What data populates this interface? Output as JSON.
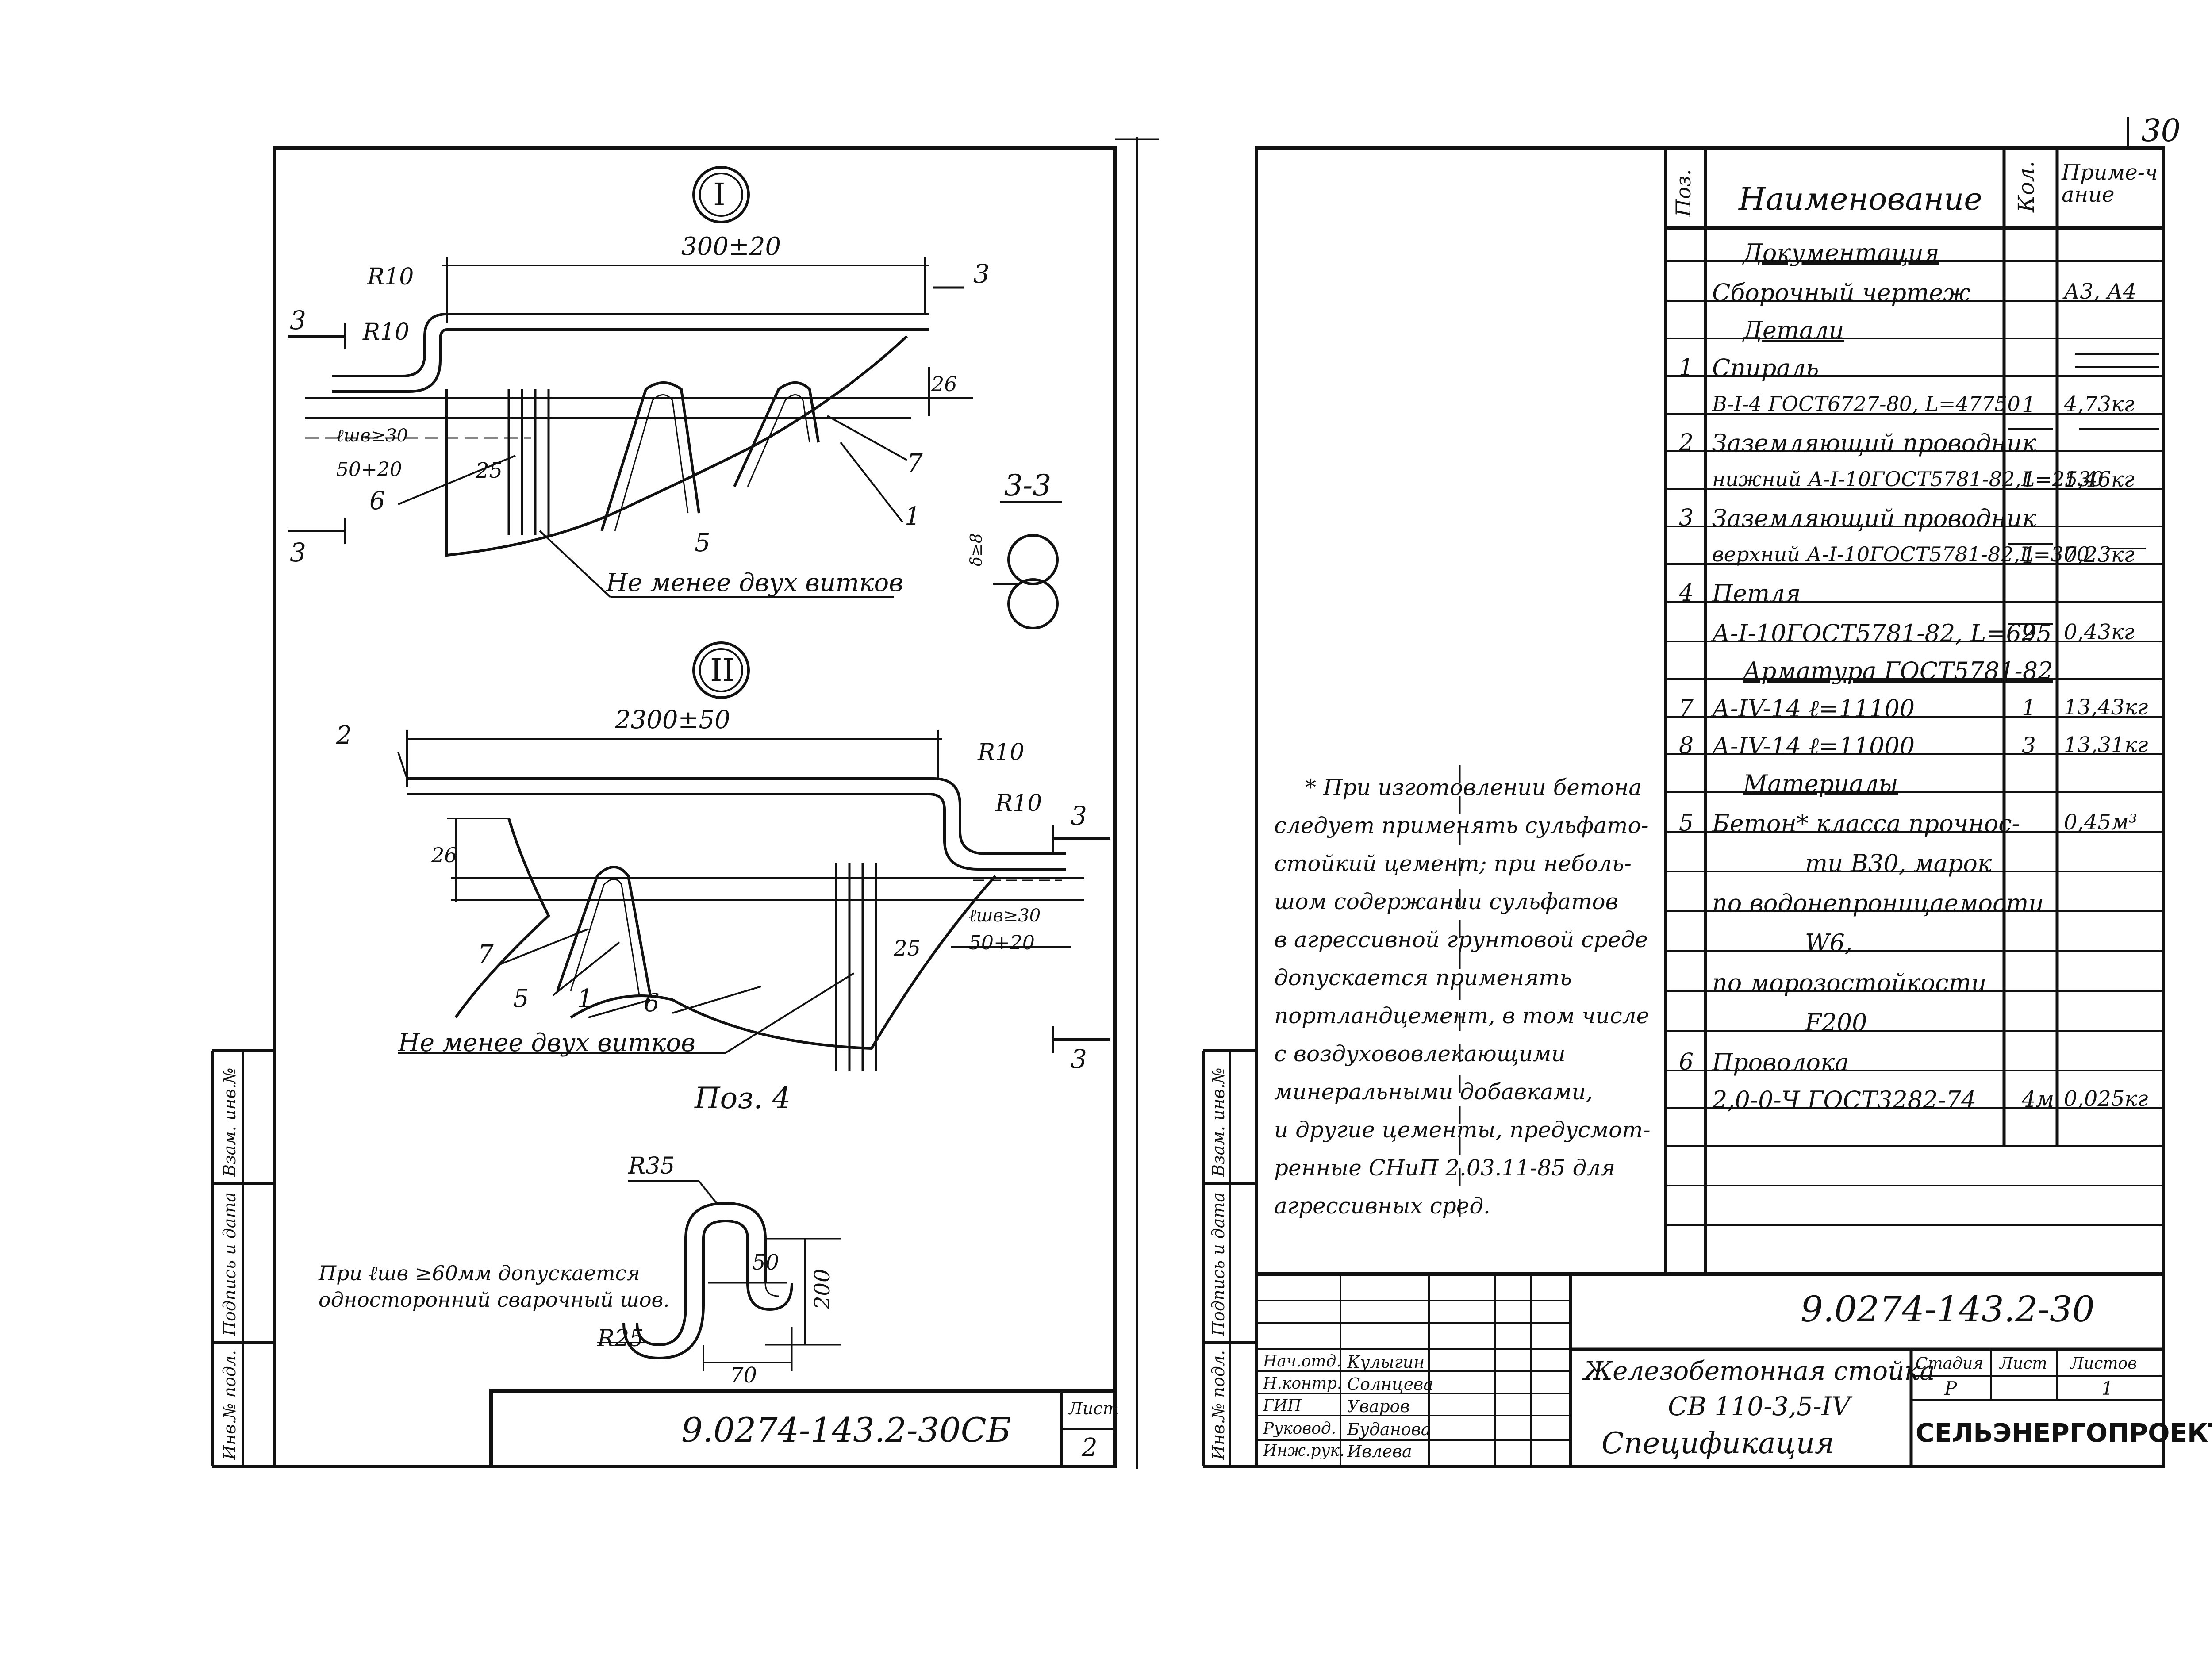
{
  "page_number": "30",
  "left_sheet": {
    "view1_mark": "I",
    "view1": {
      "dim_top": "300±20",
      "r_upper": "R10",
      "r_lower": "R10",
      "section_mark_left": "3",
      "section_mark_right": "3",
      "section_mark_bottom": "3",
      "weld_len": "ℓшв≥30",
      "offset": "50+20",
      "dim_25": "25",
      "dim_26": "26",
      "pos_6": "6",
      "pos_5": "5",
      "pos_7": "7",
      "pos_1": "1",
      "turns_note": "Не менее двух витков"
    },
    "section33": {
      "label": "3-3",
      "dim": "δ≥8"
    },
    "view2_mark": "II",
    "view2": {
      "dim_top": "2300±50",
      "pos_2": "2",
      "r_upper": "R10",
      "r_lower": "R10",
      "section_mark_top": "3",
      "section_mark_bottom": "3",
      "dim_26": "26",
      "weld_len": "ℓшв≥30",
      "offset": "50+20",
      "dim_25": "25",
      "pos_7": "7",
      "pos_5": "5",
      "pos_1": "1",
      "pos_6": "6",
      "turns_note": "Не менее двух витков"
    },
    "pos4": {
      "title": "Поз. 4",
      "r_top": "R35",
      "r_bottom": "R25",
      "dim_50": "50",
      "dim_200": "200",
      "dim_70": "70"
    },
    "weld_note_line1": "При ℓшв ≥60мм допускается",
    "weld_note_line2": "односторонний сварочный шов.",
    "side_stamps": [
      "Инв.№ подл.",
      "Подпись и дата",
      "Взам. инв.№"
    ],
    "title_block": {
      "code": "9.0274-143.2-30СБ",
      "sheet_label": "Лист",
      "sheet_number": "2"
    }
  },
  "right_sheet": {
    "side_stamps": [
      "Инв.№ подл.",
      "Подпись и дата",
      "Взам. инв.№"
    ],
    "spec_headers": {
      "pos": "Поз.",
      "name": "Наименование",
      "qty": "Кол.",
      "note": "Приме-чание"
    },
    "spec_rows": [
      {
        "pos": "",
        "name": "Документация",
        "qty": "",
        "note": "",
        "section": true
      },
      {
        "pos": "",
        "name": "Сборочный чертеж",
        "qty": "",
        "note": "А3, А4"
      },
      {
        "pos": "",
        "name": "Детали",
        "qty": "",
        "note": "",
        "section": true
      },
      {
        "pos": "1",
        "name": "Спираль",
        "qty": "",
        "note": ""
      },
      {
        "pos": "",
        "name": "В-I-4 ГОСТ6727-80, L=47750",
        "qty": "1",
        "note": "4,73кг"
      },
      {
        "pos": "2",
        "name": "Заземляющий проводник",
        "qty": "",
        "note": ""
      },
      {
        "pos": "",
        "name": "нижний А-I-10ГОСТ5781-82,L=2530",
        "qty": "1",
        "note": "1,46кг"
      },
      {
        "pos": "3",
        "name": "Заземляющий проводник",
        "qty": "",
        "note": ""
      },
      {
        "pos": "",
        "name": "верхний А-I-10ГОСТ5781-82,L=370",
        "qty": "1",
        "note": "0,23кг"
      },
      {
        "pos": "4",
        "name": "Петля",
        "qty": "",
        "note": ""
      },
      {
        "pos": "",
        "name": "А-I-10ГОСТ5781-82, L=695",
        "qty": "2",
        "note": "0,43кг"
      },
      {
        "pos": "",
        "name": "Арматура ГОСТ5781-82",
        "qty": "",
        "note": "",
        "section": true
      },
      {
        "pos": "7",
        "name": "А-IV-14    ℓ=11100",
        "qty": "1",
        "note": "13,43кг"
      },
      {
        "pos": "8",
        "name": "А-IV-14    ℓ=11000",
        "qty": "3",
        "note": "13,31кг"
      },
      {
        "pos": "",
        "name": "Материалы",
        "qty": "",
        "note": "",
        "section": true
      },
      {
        "pos": "5",
        "name": "Бетон* класса прочнос-",
        "qty": "",
        "note": "0,45м³"
      },
      {
        "pos": "",
        "name": "ти В30, марок",
        "qty": "",
        "note": "",
        "center": true
      },
      {
        "pos": "",
        "name": "по водонепроницаемости",
        "qty": "",
        "note": ""
      },
      {
        "pos": "",
        "name": "W6,",
        "qty": "",
        "note": "",
        "center": true
      },
      {
        "pos": "",
        "name": "по морозостойкости",
        "qty": "",
        "note": ""
      },
      {
        "pos": "",
        "name": "F200",
        "qty": "",
        "note": "",
        "center": true
      },
      {
        "pos": "6",
        "name": "Проволока",
        "qty": "",
        "note": ""
      },
      {
        "pos": "",
        "name": "2,0-0-Ч ГОСТ3282-74",
        "qty": "4м",
        "note": "0,025кг"
      }
    ],
    "footnote_lines": [
      "* При изготовлении бетона",
      "следует применять сульфато-",
      "стойкий цемент; при неболь-",
      "шом содержании сульфатов",
      "в агрессивной грунтовой среде",
      "допускается применять",
      "портландцемент, в том числе",
      "с воздухововлекающими",
      "минеральными добавками,",
      "и другие цементы, предусмот-",
      "ренные СНиП 2.03.11-85 для",
      "агрессивных сред."
    ],
    "title_block": {
      "code": "9.0274-143.2-30",
      "roles": [
        "Нач.отд.",
        "Н.контр.",
        "ГИП",
        "Руковод.",
        "Инж.рук."
      ],
      "names": [
        "Кулыгин",
        "Солнцева",
        "Уваров",
        "Буданова",
        "Ивлева"
      ],
      "title_line1": "Железобетонная стойка",
      "title_line2": "СВ 110-3,5-IV",
      "title_line3": "Спецификация",
      "stage_label": "Стадия",
      "sheet_label": "Лист",
      "sheets_label": "Листов",
      "stage": "Р",
      "sheet": "",
      "sheets": "1",
      "org": "СЕЛЬЭНЕРГОПРОЕКТ"
    }
  }
}
